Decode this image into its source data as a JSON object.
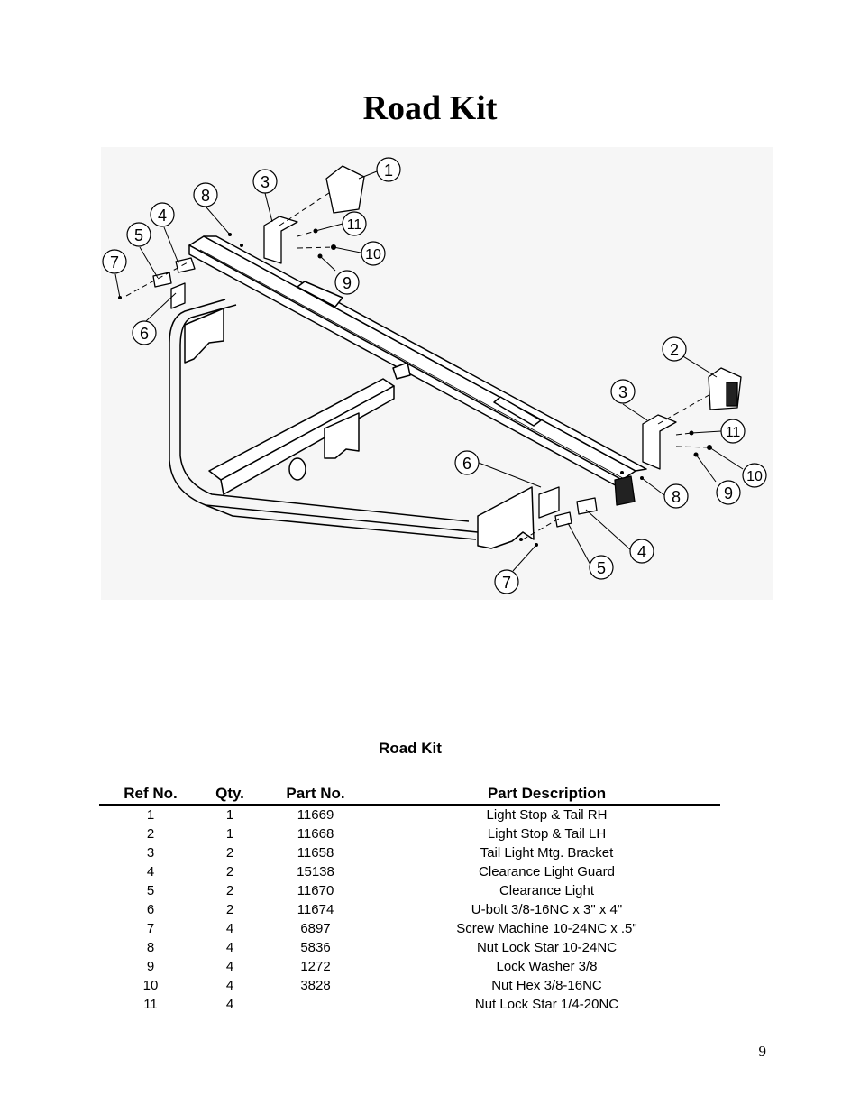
{
  "page": {
    "title": "Road Kit",
    "page_number": "9"
  },
  "diagram": {
    "callouts": [
      "1",
      "2",
      "3",
      "3",
      "4",
      "4",
      "5",
      "5",
      "6",
      "6",
      "7",
      "7",
      "8",
      "8",
      "9",
      "9",
      "10",
      "10",
      "11",
      "11"
    ]
  },
  "table": {
    "title": "Road Kit",
    "headers": {
      "ref": "Ref No.",
      "qty": "Qty.",
      "part": "Part No.",
      "desc": "Part Description"
    },
    "rows": [
      {
        "ref": "1",
        "qty": "1",
        "part": "11669",
        "desc": "Light Stop & Tail RH"
      },
      {
        "ref": "2",
        "qty": "1",
        "part": "11668",
        "desc": "Light Stop & Tail LH"
      },
      {
        "ref": "3",
        "qty": "2",
        "part": "11658",
        "desc": "Tail Light Mtg. Bracket"
      },
      {
        "ref": "4",
        "qty": "2",
        "part": "15138",
        "desc": "Clearance Light Guard"
      },
      {
        "ref": "5",
        "qty": "2",
        "part": "11670",
        "desc": "Clearance Light"
      },
      {
        "ref": "6",
        "qty": "2",
        "part": "11674",
        "desc": "U-bolt 3/8-16NC x 3\" x 4\""
      },
      {
        "ref": "7",
        "qty": "4",
        "part": "6897",
        "desc": "Screw Machine 10-24NC x .5\""
      },
      {
        "ref": "8",
        "qty": "4",
        "part": "5836",
        "desc": "Nut Lock Star 10-24NC"
      },
      {
        "ref": "9",
        "qty": "4",
        "part": "1272",
        "desc": "Lock Washer 3/8"
      },
      {
        "ref": "10",
        "qty": "4",
        "part": "3828",
        "desc": "Nut Hex 3/8-16NC"
      },
      {
        "ref": "11",
        "qty": "4",
        "part": "",
        "desc": "Nut Lock Star 1/4-20NC"
      }
    ]
  }
}
